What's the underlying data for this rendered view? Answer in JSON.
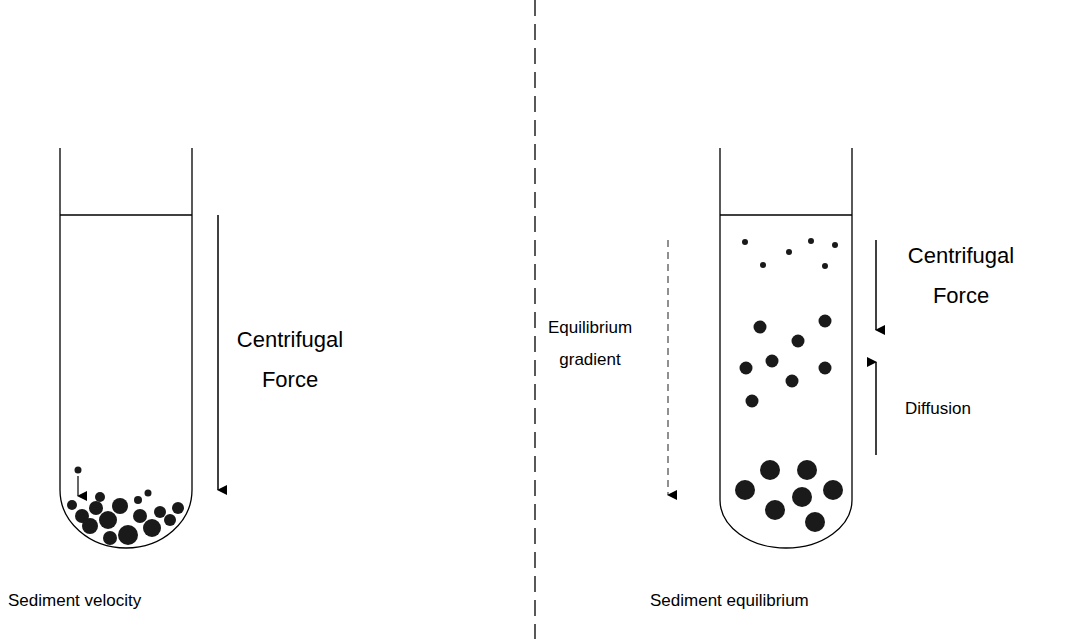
{
  "diagram": {
    "labels": [
      "Centrifugal Force",
      "Sediment velocity",
      "Equilibrium gradient",
      "Centrifugal Force",
      "Diffusion",
      "Sediment equilibrium"
    ]
  }
}
